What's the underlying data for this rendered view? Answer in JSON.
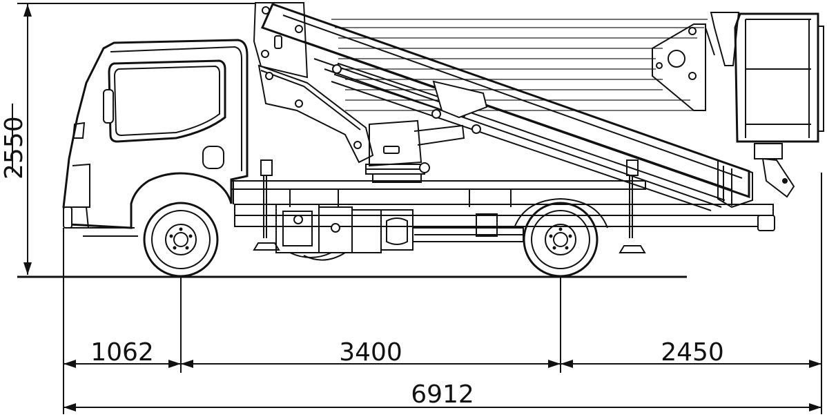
{
  "drawing": {
    "line_color": "#111111",
    "background": "#ffffff"
  },
  "dimensions": {
    "height": "2550",
    "front_overhang": "1062",
    "wheelbase": "3400",
    "rear_overhang": "2450",
    "overall_length": "6912"
  }
}
